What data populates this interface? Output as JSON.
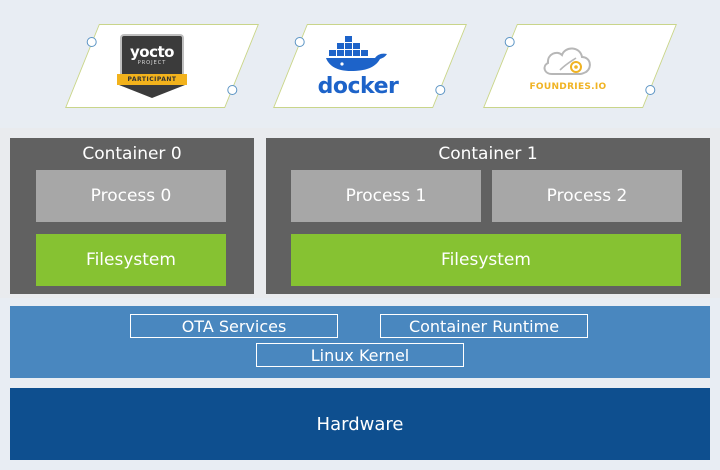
{
  "logos": {
    "yocto": {
      "word": "yocto",
      "sub": "PROJECT",
      "ribbon": "PARTICIPANT"
    },
    "docker": {
      "word": "docker"
    },
    "foundries": {
      "word": "FOUNDRIES.IO"
    }
  },
  "containers": [
    {
      "title": "Container 0",
      "processes": [
        "Process 0"
      ],
      "filesystem": "Filesystem"
    },
    {
      "title": "Container 1",
      "processes": [
        "Process 1",
        "Process 2"
      ],
      "filesystem": "Filesystem"
    }
  ],
  "os_layer": {
    "ota_services": "OTA Services",
    "container_runtime": "Container Runtime",
    "linux_kernel": "Linux Kernel"
  },
  "hardware": {
    "label": "Hardware"
  },
  "colors": {
    "container_bg": "#616161",
    "process_bg": "#a7a7a7",
    "filesystem_bg": "#86c232",
    "os_bg": "#4987bf",
    "hardware_bg": "#0e4f8f",
    "card_border": "#c9d58a",
    "docker_blue": "#1d63c9",
    "foundries_orange": "#f0b323"
  }
}
